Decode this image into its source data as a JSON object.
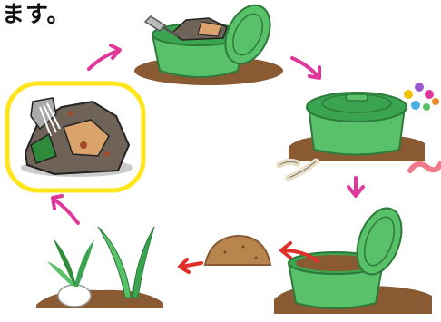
{
  "caption": {
    "text": "ます。"
  },
  "colors": {
    "bin_green": "#58c16a",
    "bin_dark_green": "#3aa450",
    "soil_brown": "#8a5a32",
    "arrow_magenta": "#e0389a",
    "arrow_red": "#e0302a",
    "highlight_yellow": "#ffe51a"
  },
  "steps": [
    {
      "name": "kitchen-scraps",
      "icon": "food-scraps-icon"
    },
    {
      "name": "bin-open-with-scraps",
      "icon": "compost-bin-open-icon"
    },
    {
      "name": "bin-closed-with-microbes",
      "icon": "compost-bin-closed-icon"
    },
    {
      "name": "bin-open-compost-ready",
      "icon": "compost-bin-ready-icon"
    },
    {
      "name": "compost-pile",
      "icon": "compost-mound-icon"
    },
    {
      "name": "vegetables-growing",
      "icon": "vegetable-sprouts-icon"
    }
  ]
}
